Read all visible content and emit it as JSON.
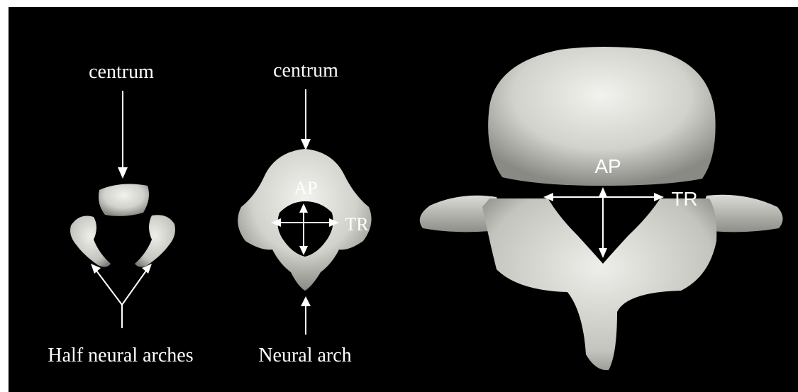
{
  "figure": {
    "panels": [
      {
        "id": "early",
        "top_label": "centrum",
        "bottom_label": "Half neural arches"
      },
      {
        "id": "fused",
        "top_label": "centrum",
        "bottom_label": "Neural arch",
        "ap_label": "AP",
        "tr_label": "TR"
      },
      {
        "id": "adult",
        "ap_label": "AP",
        "tr_label": "TR"
      }
    ],
    "colors": {
      "background": "#000000",
      "bone_light": "#e9e9e4",
      "bone_mid": "#b9b9b2",
      "bone_shadow": "#6f6f6a",
      "annotation": "#ffffff"
    }
  }
}
